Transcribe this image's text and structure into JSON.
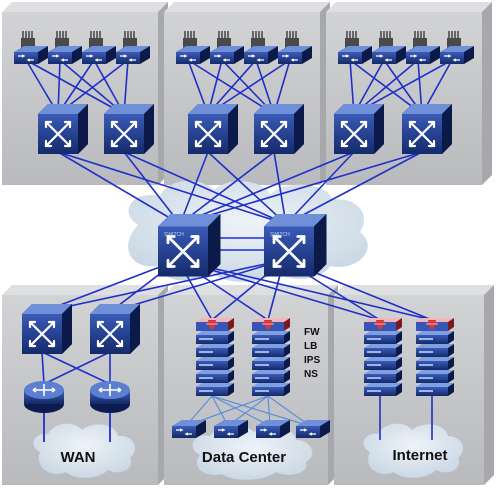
{
  "labels": {
    "wan": "WAN",
    "data_center": "Data Center",
    "internet": "Internet",
    "service_fw": "FW",
    "service_lb": "LB",
    "service_ips": "IPS",
    "service_ns": "NS",
    "core_switch_label": "SWITCH"
  },
  "colors": {
    "link": "#1f2fc8",
    "link_light": "#5c8ed8",
    "panel_fill": "#c8c9cb",
    "panel_edge": "#8e8f92",
    "switch_body": "#1e3a8c",
    "device_red": "#d43a3a",
    "cloud": "#d8e4ee"
  }
}
